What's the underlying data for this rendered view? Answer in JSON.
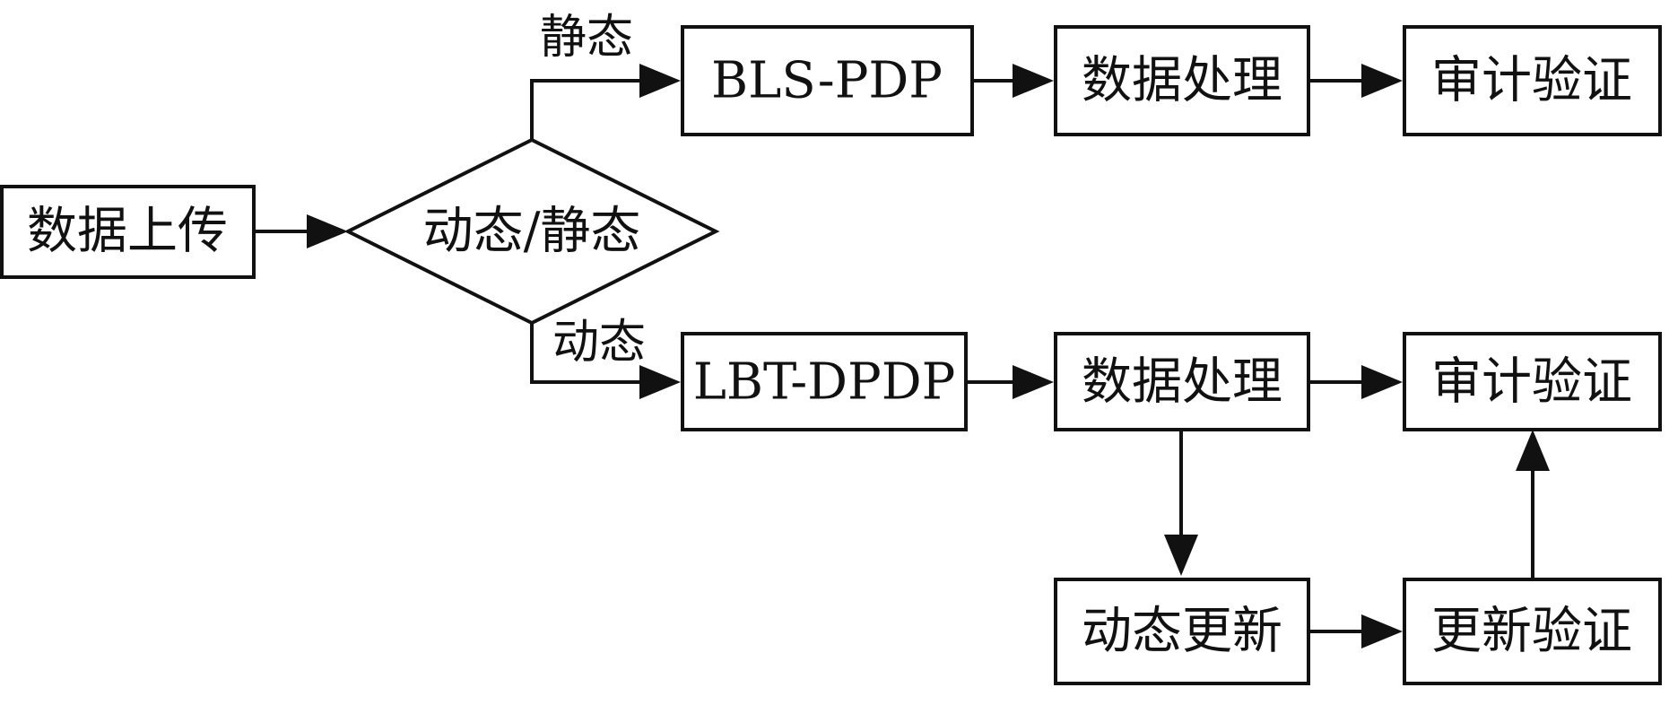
{
  "nodes": {
    "upload": "数据上传",
    "decision": "动态/静态",
    "bls_pdp": "BLS-PDP",
    "top_process": "数据处理",
    "top_audit": "审计验证",
    "lbt_dpdp": "LBT-DPDP",
    "bottom_process": "数据处理",
    "bottom_audit": "审计验证",
    "dynamic_update": "动态更新",
    "update_verify": "更新验证"
  },
  "edge_labels": {
    "static": "静态",
    "dynamic": "动态"
  }
}
